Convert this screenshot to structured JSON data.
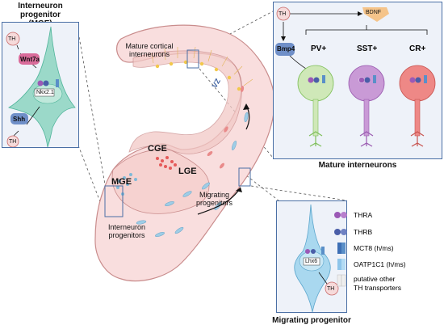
{
  "panels": {
    "progenitor_title_line1": "Interneuron progenitor",
    "progenitor_title_line2": "(MGE)",
    "migrating_title": "Migrating progenitor",
    "mature_title": "Mature interneurons"
  },
  "brain": {
    "mature_cortical_line1": "Mature cortical",
    "mature_cortical_line2": "interneurons",
    "vz": "VZ",
    "cge": "CGE",
    "lge": "LGE",
    "mge": "MGE",
    "migrating_line1": "Migrating",
    "migrating_line2": "progenitors",
    "interneuron_prog_line1": "Interneuron",
    "interneuron_prog_line2": "progenitors"
  },
  "progenitor_cell": {
    "th_top": "TH",
    "wnt7a": "Wnt7a",
    "nkx": "Nkx2.1",
    "shh": "Shh",
    "th_bottom": "TH"
  },
  "migrating_cell": {
    "lhx6": "Lhx6",
    "th": "TH"
  },
  "mature": {
    "th": "TH",
    "bdnf": "BDNF",
    "bmp4": "Bmp4",
    "pv": "PV+",
    "sst": "SST+",
    "cr": "CR+"
  },
  "legend": [
    {
      "label": "THRA",
      "icon": "thra-receptor-icon"
    },
    {
      "label": "THRB",
      "icon": "thrb-receptor-icon"
    },
    {
      "label": "MCT8 (h/ms)",
      "icon": "mct8-transporter-icon"
    },
    {
      "label": "OATP1C1 (h/ms)",
      "icon": "oatp1c1-transporter-icon"
    },
    {
      "label": "putative other",
      "icon": "putative-transporter-icon"
    },
    {
      "label": "TH transporters",
      "icon": ""
    }
  ],
  "colors": {
    "panel_border": "#4a6fa5",
    "brain_fill": "#f9dede",
    "pv": "#cfe8b8",
    "sst": "#c99ad6",
    "cr": "#ee8886",
    "progenitor": "#9bd9c9",
    "migrating": "#a9d8ef"
  }
}
